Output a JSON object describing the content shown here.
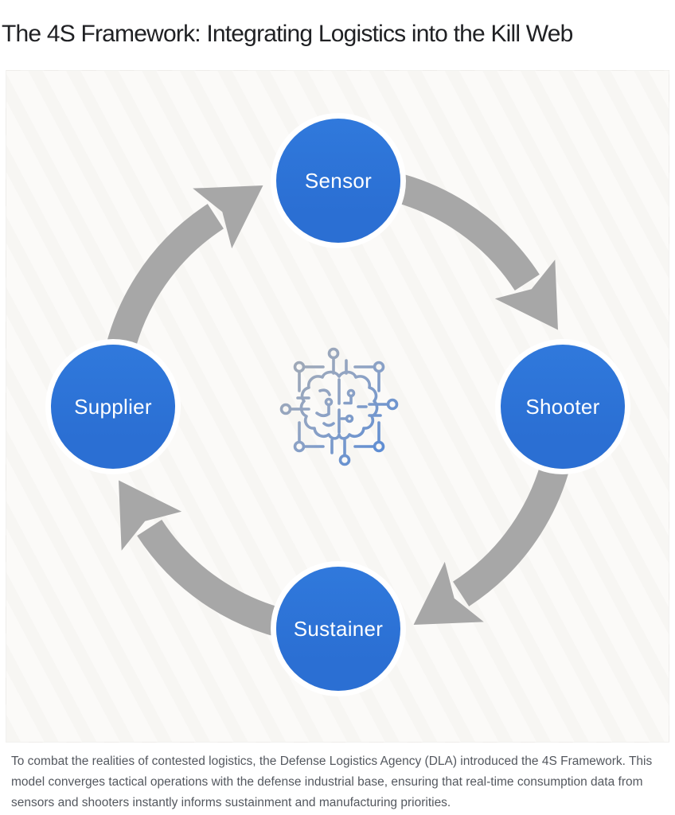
{
  "page": {
    "title": "The 4S Framework: Integrating Logistics into the Kill Web",
    "caption": "To combat the realities of contested logistics, the Defense Logistics Agency (DLA) introduced the 4S Framework. This model converges tactical operations with the defense industrial base, ensuring that real-time consumption data from sensors and shooters instantly informs sustainment and manufacturing priorities."
  },
  "diagram": {
    "type": "cycle",
    "direction": "clockwise",
    "nodes": [
      {
        "id": "sensor",
        "label": "Sensor",
        "position": "top"
      },
      {
        "id": "shooter",
        "label": "Shooter",
        "position": "right"
      },
      {
        "id": "sustainer",
        "label": "Sustainer",
        "position": "bottom"
      },
      {
        "id": "supplier",
        "label": "Supplier",
        "position": "left"
      }
    ],
    "flows": [
      "Sensor to Shooter",
      "Shooter to Sustainer",
      "Sustainer to Supplier",
      "Supplier to Sensor"
    ],
    "center_icon": "ai-brain-circuit-icon"
  },
  "colors": {
    "node_blue": "#2b6fd3",
    "node_label": "#ffffff",
    "arrow_gray": "#a7a7a7",
    "panel_bg": "#fbfaf8",
    "title_text": "#202124",
    "caption_text": "#54585f",
    "icon_gray": "#a7abb0",
    "icon_blue": "#4a84da"
  }
}
